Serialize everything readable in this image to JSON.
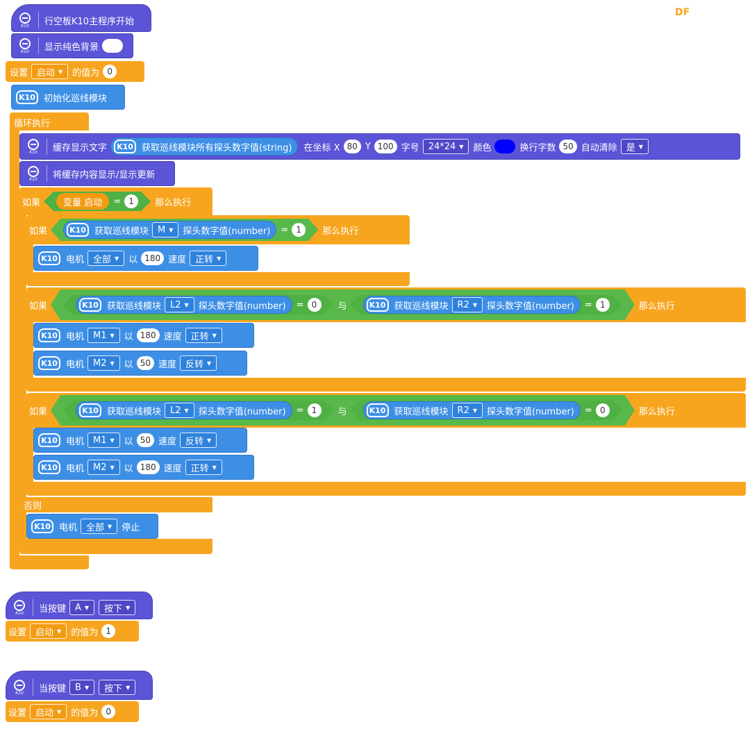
{
  "brand": "DF",
  "k10_badge": "K10",
  "k10_tiny": "K10",
  "colors": {
    "purple": "#5b54d6",
    "blue": "#3d8fe6",
    "orange": "#f7a51f",
    "green": "#58b84a",
    "swatch_white": "#ffffff",
    "swatch_blue": "#0000ff"
  },
  "main_program": {
    "start_label": "行空板K10主程序开始",
    "show_bg_label": "显示纯色背景",
    "set_label": "设置",
    "var_name": "启动",
    "value_label": "的值为",
    "init_value": "0",
    "init_line_label": "初始化巡线模块",
    "loop_label": "循环执行",
    "cache_text_label": "缓存显示文字",
    "get_all_label": "获取巡线模块所有探头数字值(string)",
    "at_coord_label": "在坐标 X",
    "x_value": "80",
    "y_label": "Y",
    "y_value": "100",
    "font_label": "字号",
    "font_size": "24*24",
    "color_label": "颜色",
    "wrap_label": "换行字数",
    "wrap_value": "50",
    "auto_clear_label": "自动清除",
    "auto_clear_value": "是",
    "show_cache_label": "将缓存内容显示/显示更新",
    "if_label": "如果",
    "then_label": "那么执行",
    "else_label": "否则",
    "and_label": "与",
    "eq": "=",
    "variable_label": "变量",
    "var_ref": "启动",
    "var_cmp": "1",
    "get_line_label": "获取巡线模块",
    "probe_label": "探头数字值(number)",
    "motor_label": "电机",
    "with_label": "以",
    "speed_label": "速度",
    "stop_label": "停止",
    "if1": {
      "probe": "M",
      "value": "1",
      "motor": "全部",
      "speed": "180",
      "dir": "正转"
    },
    "if2": {
      "left_probe": "L2",
      "left_value": "0",
      "right_probe": "R2",
      "right_value": "1",
      "m1": "M1",
      "m1_speed": "180",
      "m1_dir": "正转",
      "m2": "M2",
      "m2_speed": "50",
      "m2_dir": "反转"
    },
    "if3": {
      "left_probe": "L2",
      "left_value": "1",
      "right_probe": "R2",
      "right_value": "0",
      "m1": "M1",
      "m1_speed": "50",
      "m1_dir": "反转",
      "m2": "M2",
      "m2_speed": "180",
      "m2_dir": "正转"
    },
    "else_motor": "全部"
  },
  "key_a": {
    "when_label": "当按键",
    "key": "A",
    "action": "按下",
    "set_label": "设置",
    "var_name": "启动",
    "value_label": "的值为",
    "value": "1"
  },
  "key_b": {
    "when_label": "当按键",
    "key": "B",
    "action": "按下",
    "set_label": "设置",
    "var_name": "启动",
    "value_label": "的值为",
    "value": "0"
  }
}
